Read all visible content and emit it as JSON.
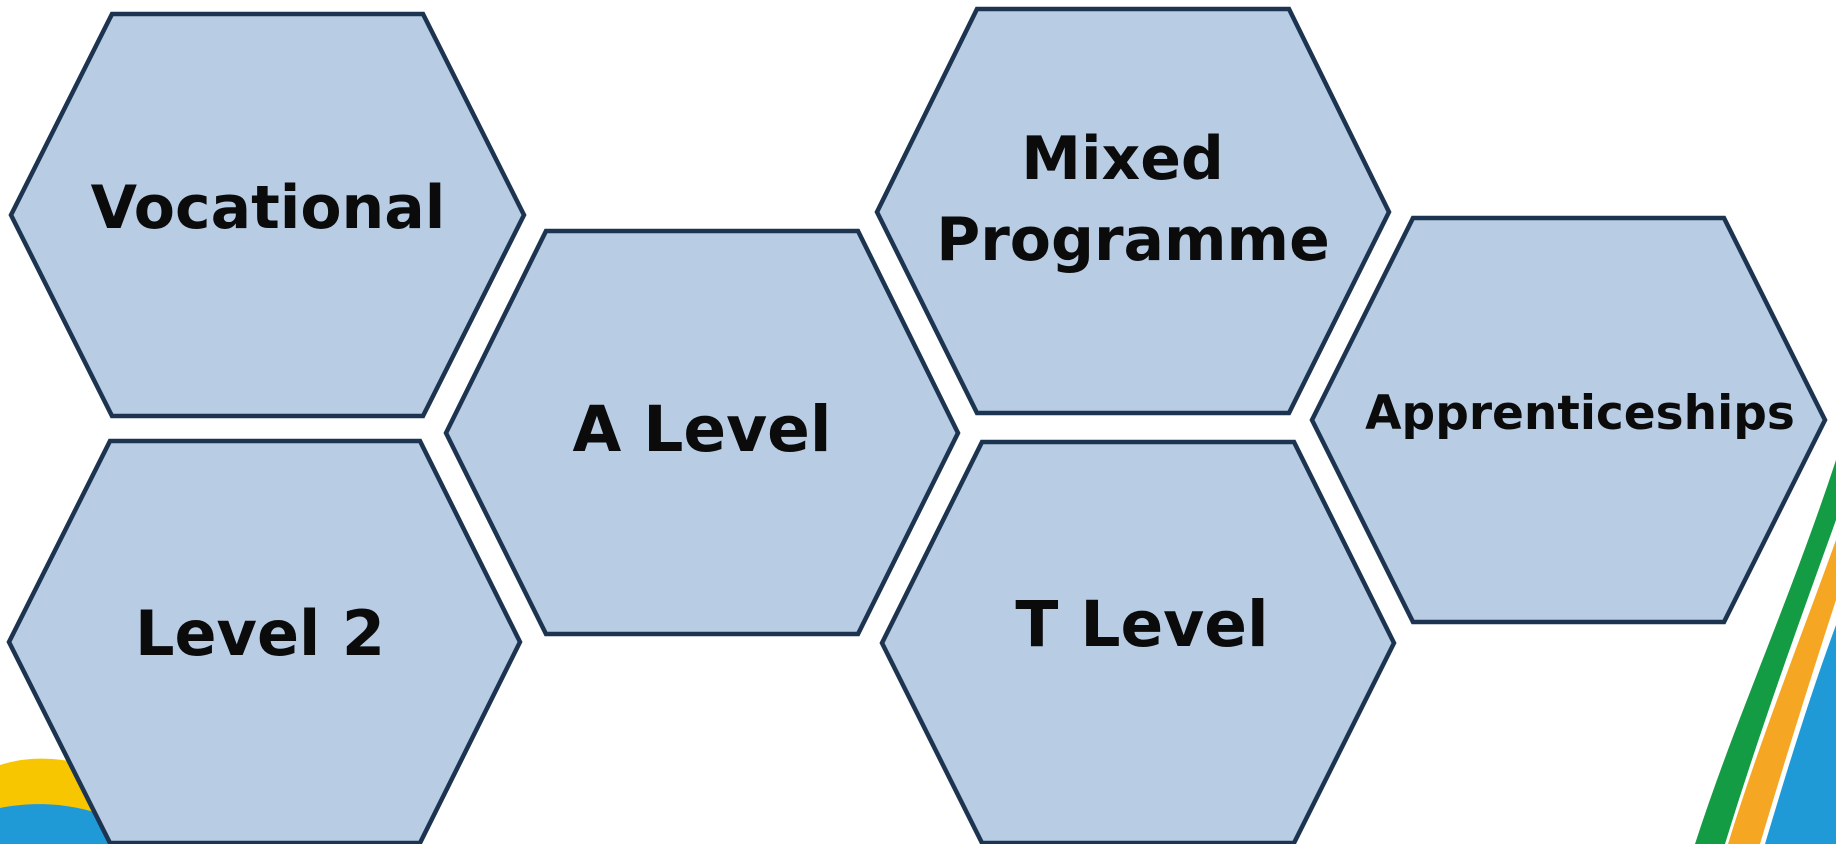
{
  "colors": {
    "background": "#ffffff",
    "hex_fill": "#b8cce4",
    "hex_stroke": "#1d3450",
    "label_text": "#0b0b0b",
    "swoosh_yellow": "#f7c600",
    "swoosh_blue": "#1f9ad6",
    "swoosh_green": "#149c45",
    "swoosh_orange": "#f5a623"
  },
  "hexagons": [
    {
      "id": "vocational",
      "lines": [
        "Vocational"
      ]
    },
    {
      "id": "a-level",
      "lines": [
        "A Level"
      ]
    },
    {
      "id": "mixed-programme",
      "lines": [
        "Mixed",
        "Programme"
      ]
    },
    {
      "id": "apprenticeships",
      "lines": [
        "Apprenticeships"
      ]
    },
    {
      "id": "level-2",
      "lines": [
        "Level 2"
      ]
    },
    {
      "id": "t-level",
      "lines": [
        "T Level"
      ]
    }
  ],
  "decorations": {
    "bottom_left_swoosh": "yellow-blue-swoosh",
    "bottom_right_swoosh": "green-orange-blue-swoosh"
  }
}
